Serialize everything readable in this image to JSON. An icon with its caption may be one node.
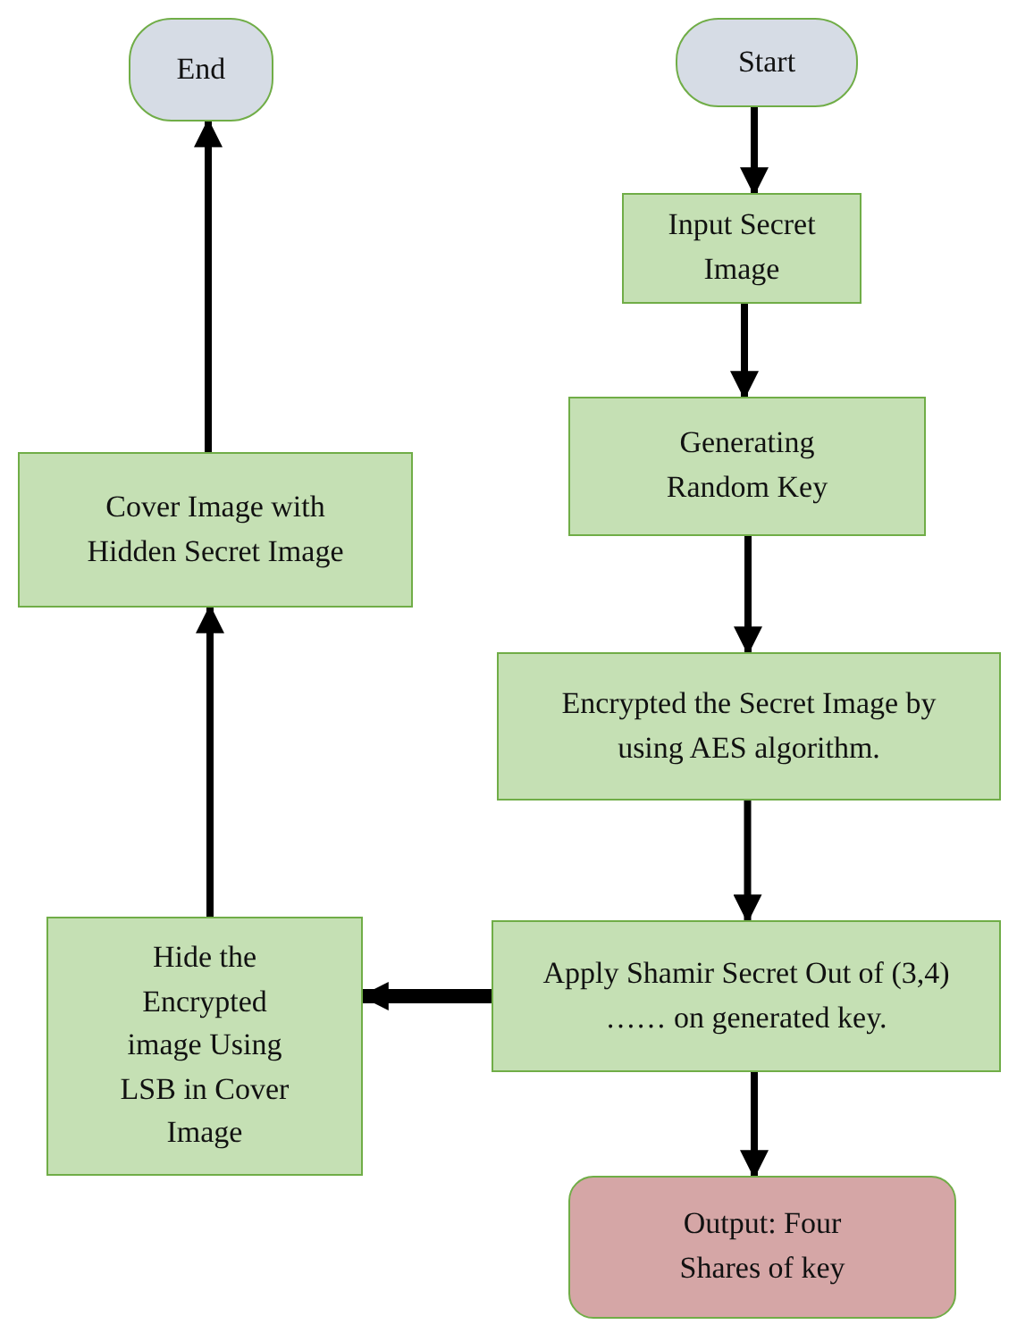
{
  "diagram": {
    "nodes": [
      {
        "text": [
          "End"
        ]
      },
      {
        "text": [
          "Start"
        ]
      },
      {
        "text": [
          "Input Secret Image"
        ]
      },
      {
        "text": [
          "Generating Random Key"
        ]
      },
      {
        "text": [
          "Encrypted the Secret Image by using AES algorithm."
        ]
      },
      {
        "text": [
          "Cover Image with Hidden Secret Image"
        ]
      },
      {
        "text": [
          "Hide the Encrypted image Using LSB in Cover Image"
        ]
      },
      {
        "text": [
          "Apply Shamir Secret Out of (3,4) …… on generated key."
        ]
      },
      {
        "text": [
          "Output: Four Shares of key"
        ]
      }
    ],
    "edges": [
      {
        "from": 1,
        "to": 2,
        "arrow": "to"
      },
      {
        "from": 2,
        "to": 3,
        "arrow": "to"
      },
      {
        "from": 3,
        "to": 4,
        "arrow": "to"
      },
      {
        "from": 4,
        "to": 7,
        "arrow": "to"
      },
      {
        "from": 7,
        "to": 8,
        "arrow": "to"
      },
      {
        "from": 7,
        "to": 6,
        "arrow": "to",
        "style": "thick"
      },
      {
        "from": 6,
        "to": 5,
        "arrow": "to"
      },
      {
        "from": 5,
        "to": 0,
        "arrow": "to"
      }
    ]
  }
}
